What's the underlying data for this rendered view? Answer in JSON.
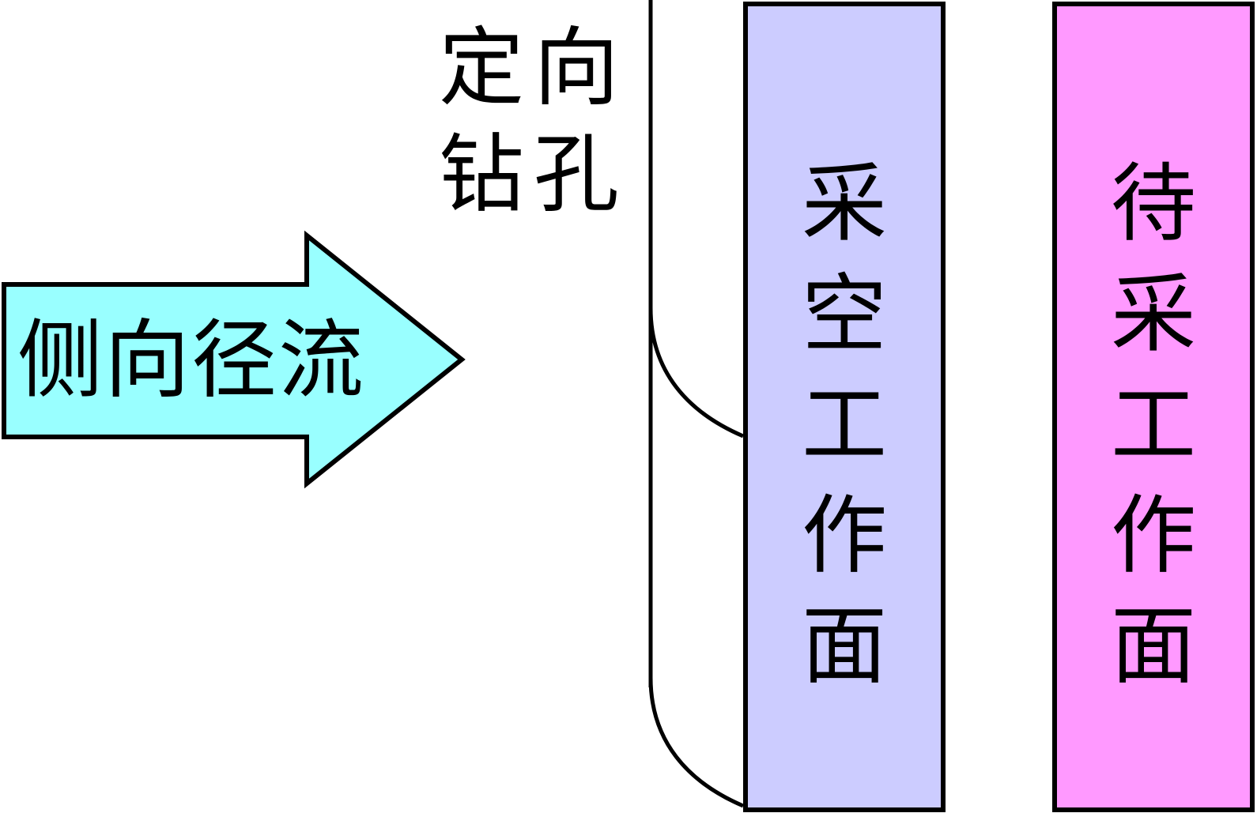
{
  "arrow": {
    "label": "侧向径流",
    "fill": "#99FFFF"
  },
  "borehole": {
    "label_line1": "定向",
    "label_line2": "钻孔"
  },
  "mined_face": {
    "chars": [
      "采",
      "空",
      "工",
      "作",
      "面"
    ],
    "fill": "#CCCCFF"
  },
  "unmined_face": {
    "chars": [
      "待",
      "采",
      "工",
      "作",
      "面"
    ],
    "fill": "#FF99FF"
  }
}
